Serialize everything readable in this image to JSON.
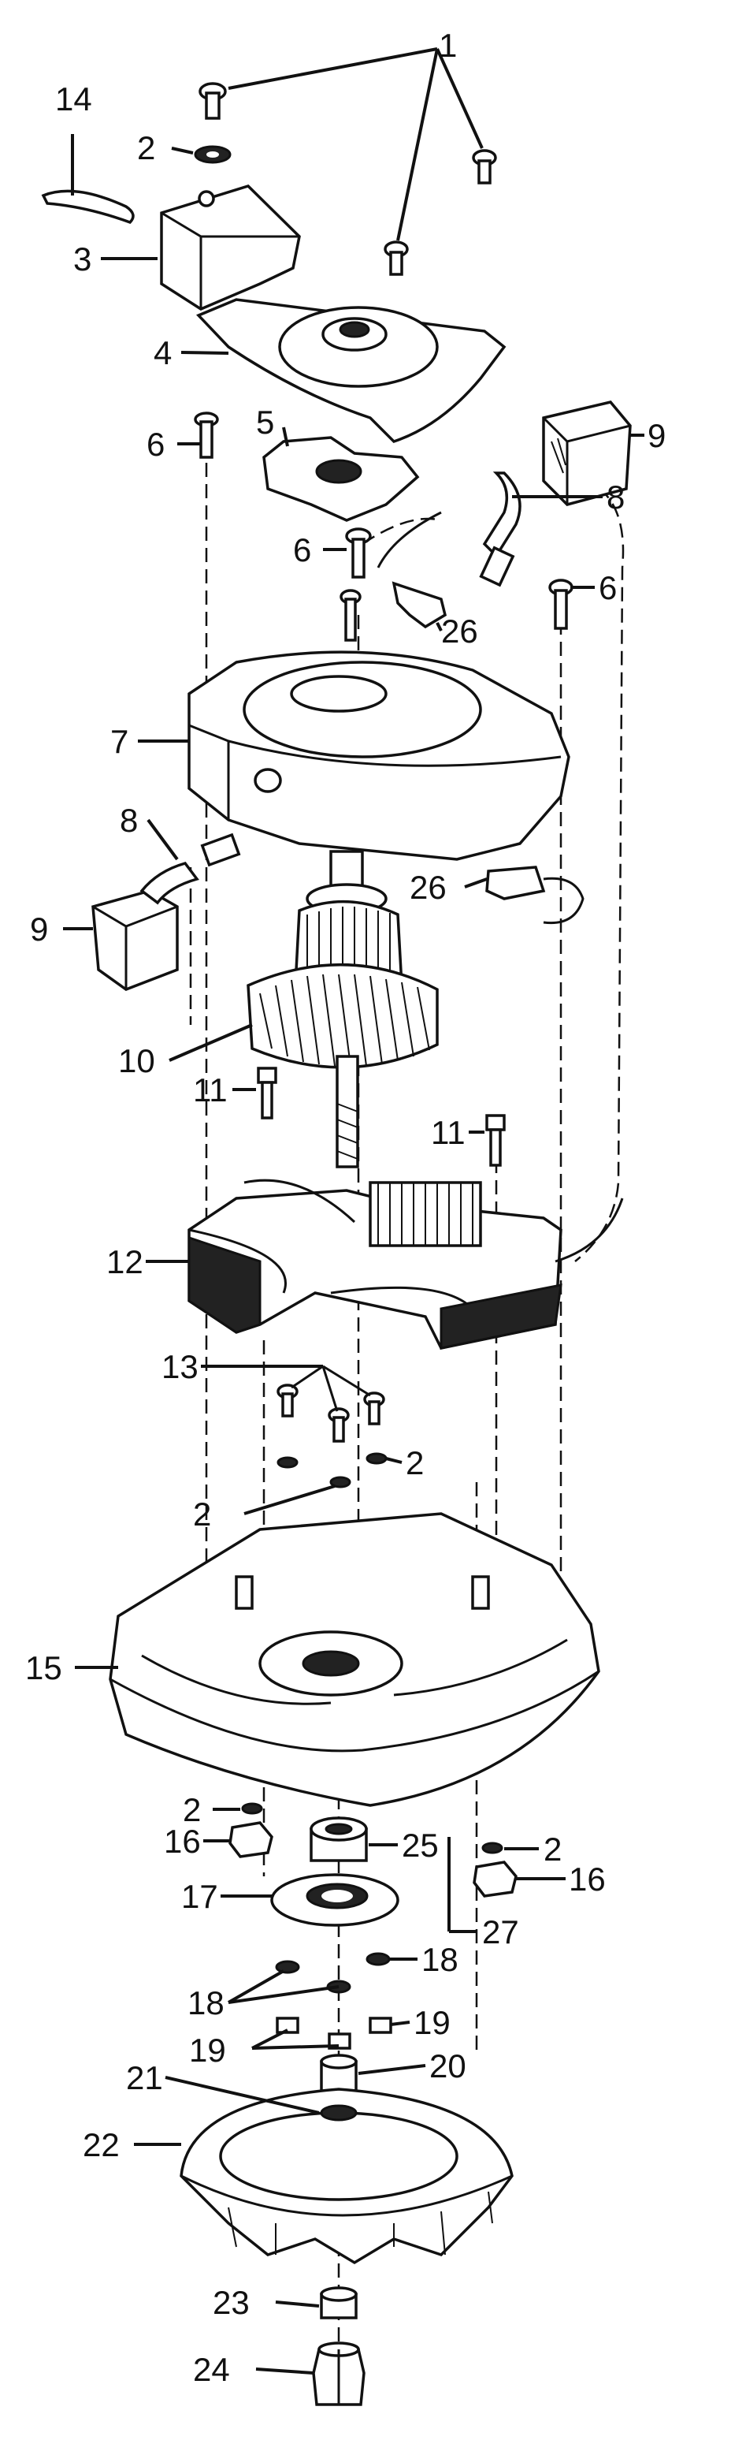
{
  "diagram": {
    "callouts": [
      {
        "id": "c1",
        "text": "1"
      },
      {
        "id": "c2a",
        "text": "2"
      },
      {
        "id": "c2b",
        "text": "2"
      },
      {
        "id": "c2c",
        "text": "2"
      },
      {
        "id": "c2d",
        "text": "2"
      },
      {
        "id": "c2e",
        "text": "2"
      },
      {
        "id": "c3",
        "text": "3"
      },
      {
        "id": "c4",
        "text": "4"
      },
      {
        "id": "c5",
        "text": "5"
      },
      {
        "id": "c6a",
        "text": "6"
      },
      {
        "id": "c6b",
        "text": "6"
      },
      {
        "id": "c6c",
        "text": "6"
      },
      {
        "id": "c7",
        "text": "7"
      },
      {
        "id": "c8a",
        "text": "8"
      },
      {
        "id": "c8b",
        "text": "8"
      },
      {
        "id": "c9a",
        "text": "9"
      },
      {
        "id": "c9b",
        "text": "9"
      },
      {
        "id": "c10",
        "text": "10"
      },
      {
        "id": "c11a",
        "text": "11"
      },
      {
        "id": "c11b",
        "text": "11"
      },
      {
        "id": "c12",
        "text": "12"
      },
      {
        "id": "c13",
        "text": "13"
      },
      {
        "id": "c14",
        "text": "14"
      },
      {
        "id": "c15",
        "text": "15"
      },
      {
        "id": "c16a",
        "text": "16"
      },
      {
        "id": "c16b",
        "text": "16"
      },
      {
        "id": "c17",
        "text": "17"
      },
      {
        "id": "c18a",
        "text": "18"
      },
      {
        "id": "c18b",
        "text": "18"
      },
      {
        "id": "c19a",
        "text": "19"
      },
      {
        "id": "c19b",
        "text": "19"
      },
      {
        "id": "c20",
        "text": "20"
      },
      {
        "id": "c21",
        "text": "21"
      },
      {
        "id": "c22",
        "text": "22"
      },
      {
        "id": "c23",
        "text": "23"
      },
      {
        "id": "c24",
        "text": "24"
      },
      {
        "id": "c25",
        "text": "25"
      },
      {
        "id": "c26a",
        "text": "26"
      },
      {
        "id": "c26b",
        "text": "26"
      },
      {
        "id": "c27",
        "text": "27"
      }
    ],
    "colors": {
      "ink": "#111111",
      "paper": "#ffffff"
    }
  }
}
